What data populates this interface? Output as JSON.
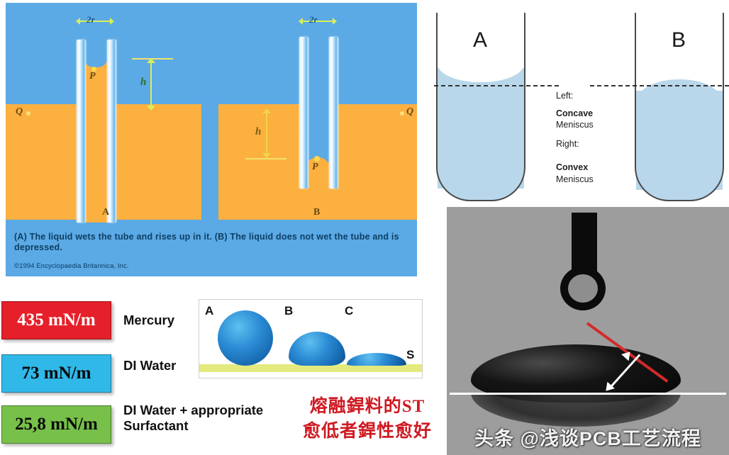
{
  "capillary_figure": {
    "title": "capillary action diagram",
    "label_2r_left": "2r",
    "label_2r_right": "2r",
    "label_h_left": "h",
    "label_h_right": "h",
    "label_P_left": "P",
    "label_P_right": "P",
    "label_Q_left": "Q",
    "label_Q_right": "Q",
    "label_case_A": "A",
    "label_case_B": "B",
    "caption": "(A) The liquid wets the tube and rises up in it. (B) The liquid does not wet the tube and is depressed.",
    "credit": "©1994 Encyclopaedia Britannica, Inc.",
    "colors": {
      "background_blue": "#5ba9e5",
      "liquid_orange": "#fbb040",
      "accent_yellow": "#d9ef5a"
    }
  },
  "meniscus_figure": {
    "tube_a_label": "A",
    "tube_b_label": "B",
    "lines": [
      {
        "key": "left_title",
        "text": "Left:",
        "bold": false
      },
      {
        "key": "left_value",
        "text": "Concave",
        "bold": true
      },
      {
        "key": "left_value2",
        "text": "Meniscus",
        "bold": false
      },
      {
        "key": "right_title",
        "text": "Right:",
        "bold": false
      },
      {
        "key": "right_value",
        "text": "Convex",
        "bold": true
      },
      {
        "key": "right_value2",
        "text": "Meniscus",
        "bold": false
      }
    ],
    "colors": {
      "liquid": "#b9d7ea",
      "wall": "#4a4a4a"
    }
  },
  "surface_tension_table": {
    "rows": [
      {
        "value": "435 mN/m",
        "liquid": "Mercury",
        "box_color": "#e5202a",
        "text_color": "#ffffff"
      },
      {
        "value": "73 mN/m",
        "liquid": "DI Water",
        "box_color": "#30b8e8",
        "text_color": "#0a0a0a"
      },
      {
        "value": "25,8 mN/m",
        "liquid": "DI Water + appropriate Surfactant",
        "box_color": "#77c04a",
        "text_color": "#0a0a0a"
      }
    ]
  },
  "droplet_figure": {
    "labels": [
      "A",
      "B",
      "C"
    ],
    "surface_label": "S",
    "surface_color": "#e4ea7d",
    "droplet_color": "#2b8bd4"
  },
  "annotation": {
    "line1": "熔融銲料的ST",
    "line2": "愈低者銲性愈好",
    "color": "#cf1a22"
  },
  "contact_angle_photo": {
    "watermark": "头条 @浅谈PCB工艺流程",
    "tangent_color": "#d42a2a",
    "baseline_color": "#ffffff"
  }
}
